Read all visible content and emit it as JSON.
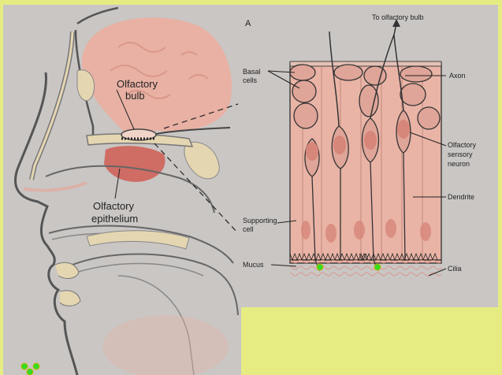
{
  "panel_letter": "A",
  "labels": {
    "olfactory_bulb_line1": "Olfactory",
    "olfactory_bulb_line2": "bulb",
    "olfactory_epithelium_line1": "Olfactory",
    "olfactory_epithelium_line2": "epithelium",
    "to_olfactory_bulb": "To olfactory bulb",
    "basal_cells_line1": "Basal",
    "basal_cells_line2": "cells",
    "axon": "Axon",
    "olfactory_sensory_neuron_line1": "Olfactory",
    "olfactory_sensory_neuron_line2": "sensory",
    "olfactory_sensory_neuron_line3": "neuron",
    "dendrite": "Dendrite",
    "supporting_cell_line1": "Supporting",
    "supporting_cell_line2": "cell",
    "mucus": "Mucus",
    "cilia": "Cilia"
  },
  "colors": {
    "page_background": "#e6ec82",
    "panel_background": "#c9c6c4",
    "tissue_pink": "#e9b4a6",
    "brain_pink": "#e8b1a4",
    "epithelium_red": "#cf6c64",
    "cell_fill": "#dfa598",
    "nucleus_fill": "#d7867a",
    "bone_tan": "#e5d6b2",
    "marker_green": "#33dd22"
  }
}
